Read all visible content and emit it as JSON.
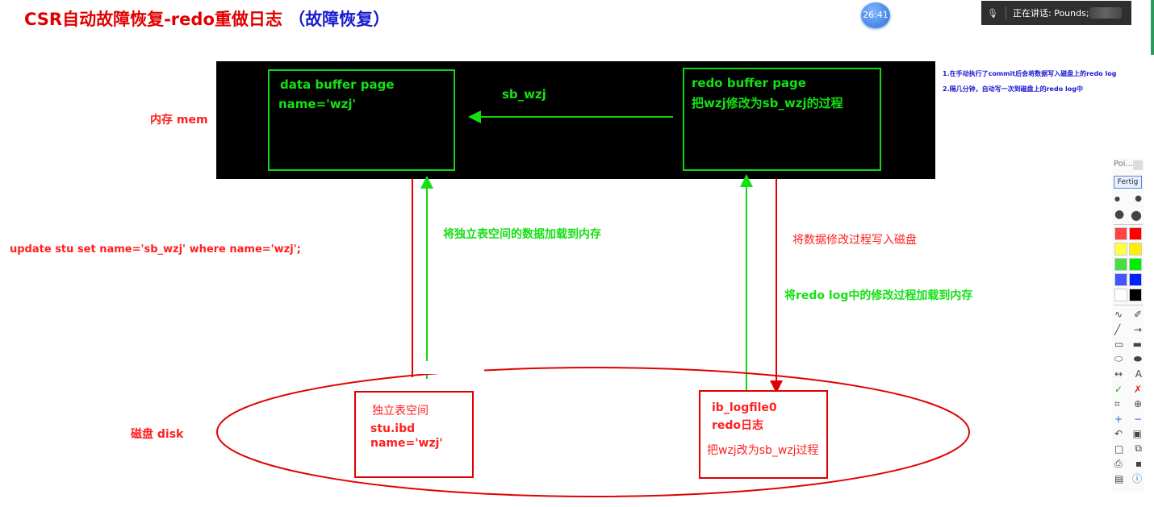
{
  "header": {
    "title_red": "CSR自动故障恢复-redo重做日志",
    "title_blue": "（故障恢复）",
    "timer": "26:41",
    "speaking_label": "正在讲话: Pounds;"
  },
  "notes": [
    "1.在手动执行了commit后会将数据写入磁盘上的redo log",
    "2.隔几分钟，自动写一次到磁盘上的redo log中"
  ],
  "diagram": {
    "mem_label": "内存 mem",
    "disk_label": "磁盘 disk",
    "sql": "update stu set name='sb_wzj' where name='wzj';",
    "data_buffer": {
      "title": "data buffer  page",
      "value": "name='wzj'"
    },
    "redo_buffer": {
      "title": "redo buffer page",
      "desc": "把wzj修改为sb_wzj的过程"
    },
    "arrow_label": "sb_wzj",
    "load_tablespace": "将独立表空间的数据加载到内存",
    "write_disk": "将数据修改过程写入磁盘",
    "load_redo": "将redo log中的修改过程加载到内存",
    "tablespace": {
      "line1": "独立表空间",
      "line2": "stu.ibd",
      "line3": "name='wzj'"
    },
    "logfile": {
      "line1": "ib_logfile0",
      "line2": "redo日志",
      "line3": "把wzj改为sb_wzj过程"
    }
  },
  "toolbar": {
    "header": "Poi...",
    "done_label": "Fertig",
    "colors": [
      "#ff4444",
      "#ff0000",
      "#ffff44",
      "#ffee00",
      "#44dd44",
      "#00ee00",
      "#4455ff",
      "#0022ff",
      "#ffffff",
      "#000000"
    ],
    "tools": [
      "freehand-icon",
      "eraser-icon",
      "line-icon",
      "arrow-icon",
      "rectangle-icon",
      "filled-rectangle-icon",
      "ellipse-icon",
      "filled-ellipse-icon",
      "double-arrow-icon",
      "text-icon",
      "check-icon",
      "cross-icon",
      "crop-icon",
      "zoom-icon",
      "plus-icon",
      "minus-icon",
      "undo-icon",
      "trash-icon",
      "new-page-icon",
      "copy-icon",
      "print-icon",
      "save-icon",
      "screen-icon",
      "info-icon"
    ]
  }
}
